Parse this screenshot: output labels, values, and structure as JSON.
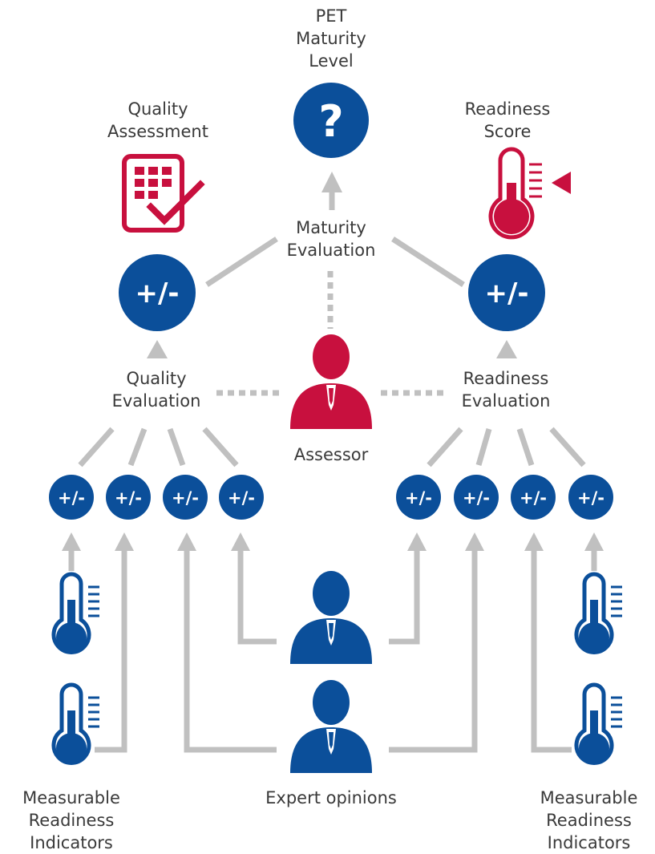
{
  "labels": {
    "pet_maturity": [
      "PET",
      "Maturity",
      "Level"
    ],
    "quality_assessment": [
      "Quality",
      "Assessment"
    ],
    "readiness_score": [
      "Readiness",
      "Score"
    ],
    "maturity_evaluation": [
      "Maturity",
      "Evaluation"
    ],
    "quality_evaluation": [
      "Quality",
      "Evaluation"
    ],
    "readiness_evaluation": [
      "Readiness",
      "Evaluation"
    ],
    "assessor": "Assessor",
    "expert_opinions": "Expert opinions",
    "indicators_left": [
      "Measurable",
      "Readiness",
      "Indicators"
    ],
    "indicators_right": [
      "Measurable",
      "Readiness",
      "Indicators"
    ]
  },
  "symbols": {
    "question": "?",
    "plus_minus": "+/-"
  },
  "colors": {
    "blue": "#0b4f9a",
    "red": "#c8103e",
    "gray": "#c0c0c0",
    "text": "#3a3a3a"
  },
  "icons": [
    "question-icon",
    "checklist-icon",
    "thermometer-icon",
    "person-icon",
    "plus-minus-icon"
  ]
}
